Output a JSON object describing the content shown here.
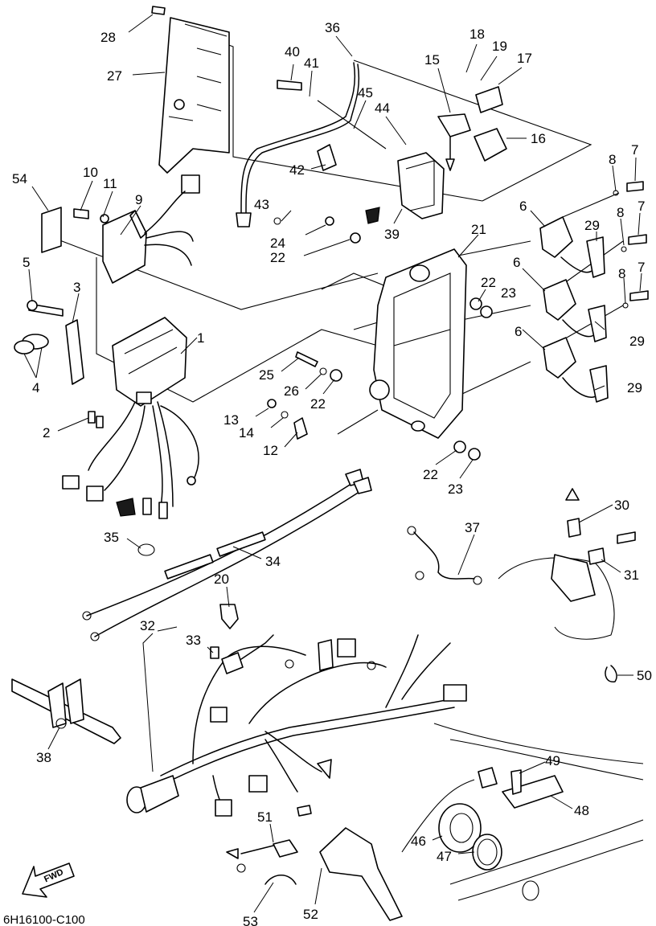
{
  "diagram": {
    "drawing_code": "6H16100-C100",
    "forward_label": "FWD",
    "callouts": [
      {
        "id": "c28",
        "text": "28"
      },
      {
        "id": "c27",
        "text": "27"
      },
      {
        "id": "c36",
        "text": "36"
      },
      {
        "id": "c40",
        "text": "40"
      },
      {
        "id": "c41",
        "text": "41"
      },
      {
        "id": "c18",
        "text": "18"
      },
      {
        "id": "c19",
        "text": "19"
      },
      {
        "id": "c17",
        "text": "17"
      },
      {
        "id": "c15",
        "text": "15"
      },
      {
        "id": "c45",
        "text": "45"
      },
      {
        "id": "c44",
        "text": "44"
      },
      {
        "id": "c16",
        "text": "16"
      },
      {
        "id": "c42",
        "text": "42"
      },
      {
        "id": "c10",
        "text": "10"
      },
      {
        "id": "c11",
        "text": "11"
      },
      {
        "id": "c54",
        "text": "54"
      },
      {
        "id": "c9",
        "text": "9"
      },
      {
        "id": "c43",
        "text": "43"
      },
      {
        "id": "c8a",
        "text": "8"
      },
      {
        "id": "c7a",
        "text": "7"
      },
      {
        "id": "c6a",
        "text": "6"
      },
      {
        "id": "c8b",
        "text": "8"
      },
      {
        "id": "c7b",
        "text": "7"
      },
      {
        "id": "c24",
        "text": "24"
      },
      {
        "id": "c39",
        "text": "39"
      },
      {
        "id": "c29a",
        "text": "29"
      },
      {
        "id": "c21",
        "text": "21"
      },
      {
        "id": "c22a",
        "text": "22"
      },
      {
        "id": "c5",
        "text": "5"
      },
      {
        "id": "c6b",
        "text": "6"
      },
      {
        "id": "c8c",
        "text": "8"
      },
      {
        "id": "c7c",
        "text": "7"
      },
      {
        "id": "c22b",
        "text": "22"
      },
      {
        "id": "c23a",
        "text": "23"
      },
      {
        "id": "c3",
        "text": "3"
      },
      {
        "id": "c29b",
        "text": "29"
      },
      {
        "id": "c1",
        "text": "1"
      },
      {
        "id": "c6c",
        "text": "6"
      },
      {
        "id": "c4",
        "text": "4"
      },
      {
        "id": "c25",
        "text": "25"
      },
      {
        "id": "c26",
        "text": "26"
      },
      {
        "id": "c29c",
        "text": "29"
      },
      {
        "id": "c22c",
        "text": "22"
      },
      {
        "id": "c13",
        "text": "13"
      },
      {
        "id": "c2",
        "text": "2"
      },
      {
        "id": "c14",
        "text": "14"
      },
      {
        "id": "c12",
        "text": "12"
      },
      {
        "id": "c22d",
        "text": "22"
      },
      {
        "id": "c23b",
        "text": "23"
      },
      {
        "id": "c30",
        "text": "30"
      },
      {
        "id": "c37",
        "text": "37"
      },
      {
        "id": "c35",
        "text": "35"
      },
      {
        "id": "c34",
        "text": "34"
      },
      {
        "id": "c31",
        "text": "31"
      },
      {
        "id": "c20",
        "text": "20"
      },
      {
        "id": "c32",
        "text": "32"
      },
      {
        "id": "c33",
        "text": "33"
      },
      {
        "id": "c50",
        "text": "50"
      },
      {
        "id": "c38",
        "text": "38"
      },
      {
        "id": "c49",
        "text": "49"
      },
      {
        "id": "c48",
        "text": "48"
      },
      {
        "id": "c51",
        "text": "51"
      },
      {
        "id": "c46",
        "text": "46"
      },
      {
        "id": "c47",
        "text": "47"
      },
      {
        "id": "c53",
        "text": "53"
      },
      {
        "id": "c52",
        "text": "52"
      }
    ]
  }
}
